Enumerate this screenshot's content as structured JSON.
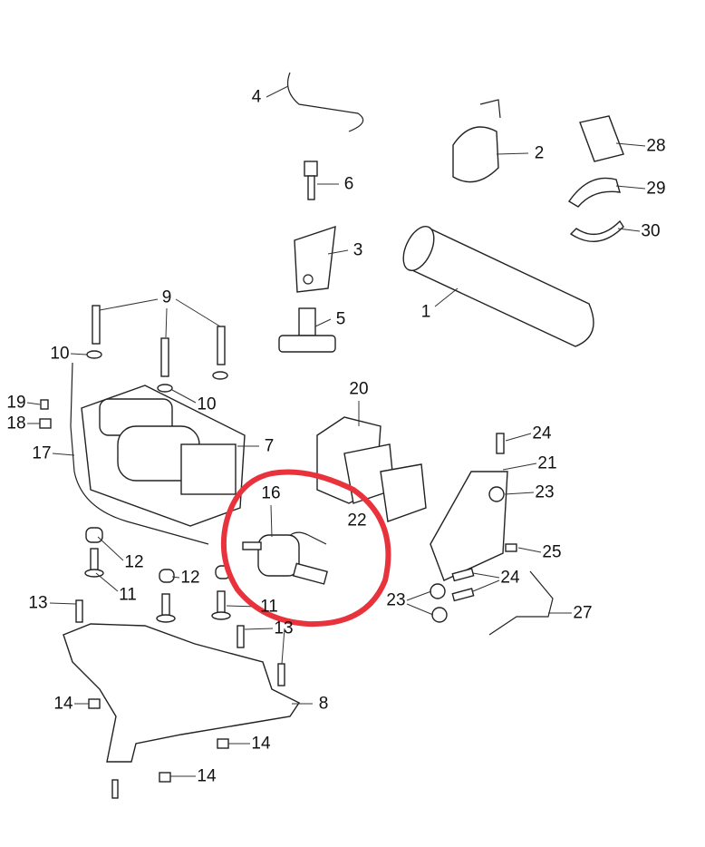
{
  "diagram": {
    "labels": [
      "4",
      "2",
      "28",
      "6",
      "29",
      "3",
      "30",
      "1",
      "9",
      "5",
      "10",
      "10",
      "19",
      "18",
      "17",
      "7",
      "20",
      "24",
      "16",
      "21",
      "23",
      "22",
      "25",
      "12",
      "12",
      "24",
      "11",
      "11",
      "23",
      "27",
      "13",
      "13",
      "14",
      "8",
      "14",
      "14"
    ],
    "highlight_color": "#e8323c",
    "highlighted_part": "16"
  }
}
